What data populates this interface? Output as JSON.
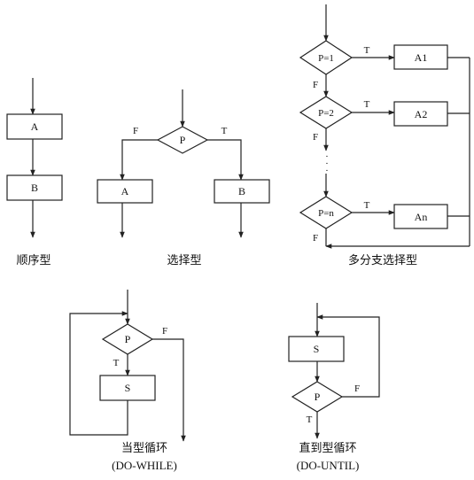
{
  "sequence": {
    "box1": "A",
    "box2": "B",
    "caption": "顺序型"
  },
  "selection": {
    "cond": "P",
    "false_label": "F",
    "true_label": "T",
    "box_left": "A",
    "box_right": "B",
    "caption": "选择型"
  },
  "multi": {
    "cond1": "P=1",
    "cond2": "P=2",
    "condn": "P=n",
    "box1": "A1",
    "box2": "A2",
    "boxn": "An",
    "true_label": "T",
    "false_label": "F",
    "ellipsis": "·",
    "caption": "多分支选择型"
  },
  "dowhile": {
    "cond": "P",
    "true_label": "T",
    "false_label": "F",
    "box": "S",
    "caption": "当型循环",
    "caption2": "(DO-WHILE)"
  },
  "dountil": {
    "box": "S",
    "cond": "P",
    "false_label": "F",
    "true_label": "T",
    "caption": "直到型循环",
    "caption2": "(DO-UNTIL)"
  }
}
